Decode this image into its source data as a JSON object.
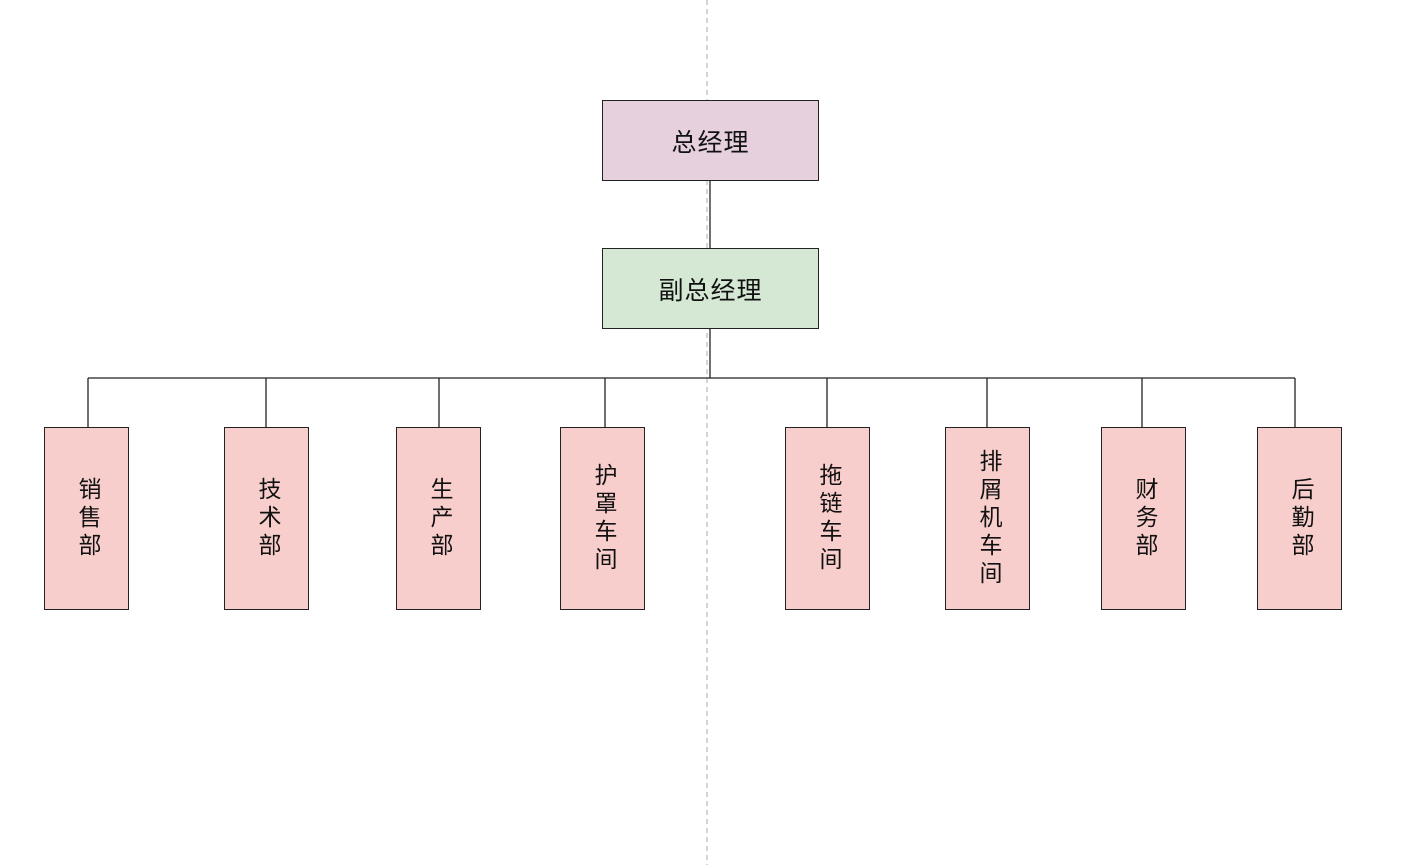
{
  "diagram": {
    "colors": {
      "ceo_fill": "#e6d0de",
      "deputy_fill": "#d5e8d4",
      "dept_fill": "#f8cecc",
      "border": "#222222",
      "connector": "#222222",
      "guide": "#b8b8c0"
    },
    "ceo": {
      "label": "总经理"
    },
    "deputy": {
      "label": "副总经理"
    },
    "departments": [
      {
        "label": "销售部"
      },
      {
        "label": "技术部"
      },
      {
        "label": "生产部"
      },
      {
        "label": "护罩车间"
      },
      {
        "label": "拖链车间"
      },
      {
        "label": "排屑机车间"
      },
      {
        "label": "财务部"
      },
      {
        "label": "后勤部"
      }
    ]
  }
}
